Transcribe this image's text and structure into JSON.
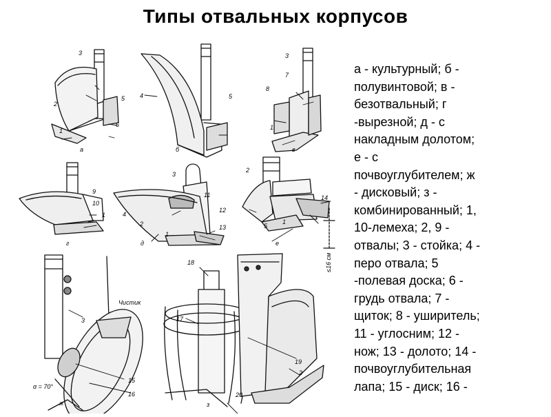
{
  "title": "Типы отвальных корпусов",
  "figure": {
    "captions": [
      "а",
      "б",
      "в",
      "г",
      "д",
      "е",
      "ж",
      "з"
    ],
    "annotations": {
      "chistik": "Чистик",
      "angle": "α = 70°",
      "depth": "≤16 см"
    },
    "part_numbers": [
      "1",
      "2",
      "3",
      "4",
      "5",
      "6",
      "7",
      "8",
      "9",
      "10",
      "11",
      "12",
      "13",
      "14",
      "15",
      "16",
      "17",
      "18",
      "19",
      "20"
    ]
  },
  "legend": {
    "lines": [
      "а - культурный; б -",
      "полувинтовой; в -",
      "безотвальный; г",
      "-вырезной; д - с",
      "накладным долотом;",
      "е - с",
      "почвоуглубителем; ж",
      "- дисковый; з -",
      "комбинированный; 1,",
      "10-лемеха; 2, 9 -",
      "отвалы; 3 - стойка; 4 -",
      "перо отвала; 5",
      "-полевая доска; 6 -",
      "грудь отвала; 7 -",
      "щиток; 8 - уширитель;",
      "11 - углосним; 12 -",
      "нож; 13 - долото; 14 -",
      "почвоуглубительная",
      "лапа; 15 - диск; 16 -"
    ]
  }
}
